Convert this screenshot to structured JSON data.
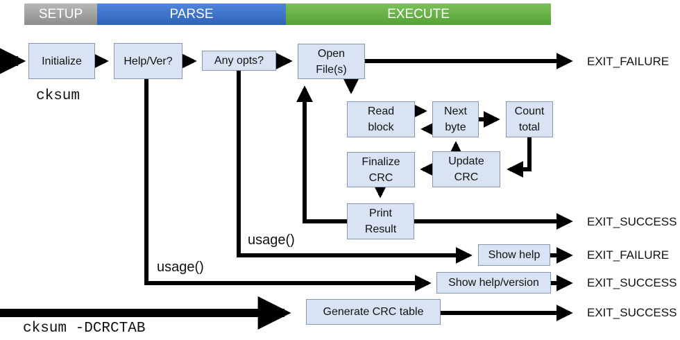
{
  "phases": {
    "setup": "SETUP",
    "parse": "PARSE",
    "execute": "EXECUTE"
  },
  "nodes": {
    "initialize": "Initialize",
    "help_ver": "Help/Ver?",
    "any_opts": "Any opts?",
    "open_files": "Open\nFile(s)",
    "read_block": "Read\nblock",
    "next_byte": "Next\nbyte",
    "count_total": "Count\ntotal",
    "update_crc": "Update\nCRC",
    "finalize_crc": "Finalize\nCRC",
    "print_result": "Print\nResult",
    "show_help": "Show help",
    "show_help_version": "Show help/version",
    "generate_crc_table": "Generate CRC table"
  },
  "terminals": {
    "open_fail": "EXIT_FAILURE",
    "print_success": "EXIT_SUCCESS",
    "help_fail": "EXIT_FAILURE",
    "helpver_success": "EXIT_SUCCESS",
    "crctable_success": "EXIT_SUCCESS"
  },
  "flow_labels": {
    "usage_1": "usage()",
    "usage_2": "usage()"
  },
  "commands": {
    "cksum": "cksum",
    "cksum_dcrctab": "cksum -DCRCTAB"
  },
  "colors": {
    "node_fill": "#dae3f3",
    "node_border": "#8497b0",
    "setup": "#a6a6a6",
    "parse": "#3d72c6",
    "execute": "#6ab04c",
    "arrow": "#000000"
  }
}
